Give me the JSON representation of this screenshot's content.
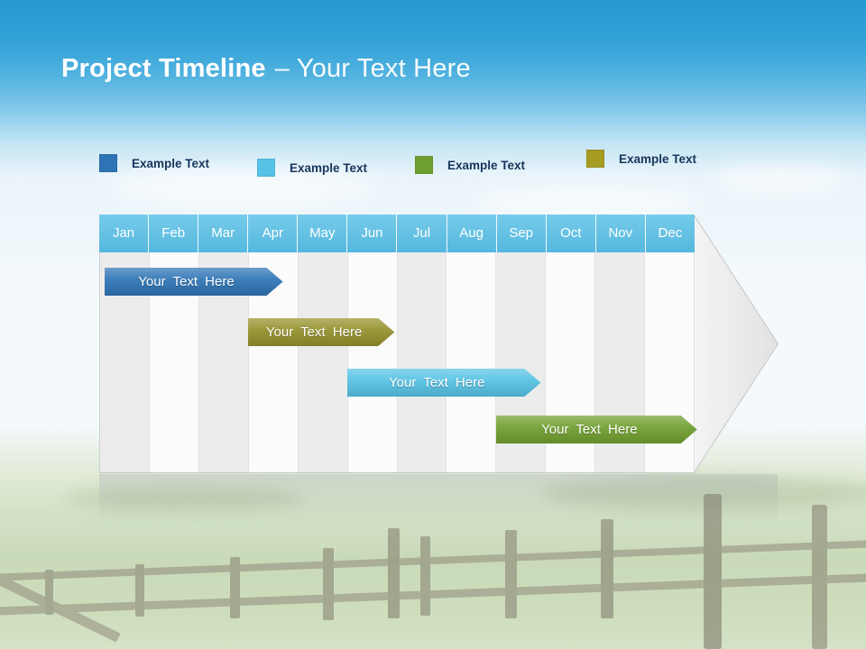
{
  "title": {
    "bold": "Project Timeline",
    "light": "– Your Text Here"
  },
  "legend": {
    "items": [
      {
        "label": "Example Text",
        "color": "#2E74B5"
      },
      {
        "label": "Example Text",
        "color": "#56C2E4"
      },
      {
        "label": "Example Text",
        "color": "#6F9F2F"
      },
      {
        "label": "Example Text",
        "color": "#A69B23"
      }
    ]
  },
  "timeline": {
    "months": [
      "Jan",
      "Feb",
      "Mar",
      "Apr",
      "May",
      "Jun",
      "Jul",
      "Aug",
      "Sep",
      "Oct",
      "Nov",
      "Dec"
    ],
    "header_color": "#5FBEE3",
    "bars": [
      {
        "label": "Your Text Here",
        "color": "#2E74B5",
        "row": 0,
        "start_month": 0.1,
        "end_month": 3.7
      },
      {
        "label": "Your Text Here",
        "color": "#94912C",
        "row": 1,
        "start_month": 3.0,
        "end_month": 5.95
      },
      {
        "label": "Your Text Here",
        "color": "#56C2E4",
        "row": 2,
        "start_month": 5.0,
        "end_month": 8.9
      },
      {
        "label": "Your Text Here",
        "color": "#6F9F2F",
        "row": 3,
        "start_month": 8.0,
        "end_month": 12.05
      }
    ]
  }
}
